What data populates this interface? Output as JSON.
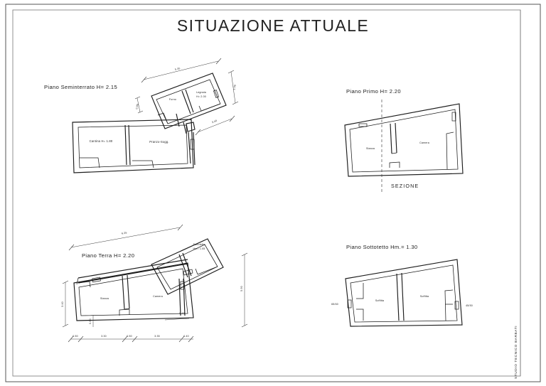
{
  "sheet": {
    "title": "SITUAZIONE  ATTUALE",
    "firm": "STUDIO TECNICO BARBATI"
  },
  "plans": {
    "seminterrato": {
      "label": "Piano Seminterrato  H= 2.15",
      "rooms": [
        {
          "name": "Cantina H= 1.80"
        },
        {
          "name": "Pranzo-Sogg."
        },
        {
          "name": "Forno"
        },
        {
          "name": "Legnaia"
        },
        {
          "name": "H= 2.00"
        }
      ],
      "dims": [
        "5.35",
        "1.05",
        "0.85",
        "3.40"
      ]
    },
    "primo": {
      "label": "Piano Primo  H= 2.20",
      "rooms": [
        {
          "name": "Stanza"
        },
        {
          "name": "Camera"
        }
      ],
      "section_label": "SEZIONE"
    },
    "terra": {
      "label": "Piano Terra  H= 2.20",
      "rooms": [
        {
          "name": "Stanza"
        },
        {
          "name": "Camera"
        },
        {
          "name": "Sottotetto"
        },
        {
          "name": "Hm= 1.05"
        }
      ],
      "dims_top": [
        "6.25"
      ],
      "dims_bottom": [
        "0.50",
        "3.30",
        "0.50",
        "3.35",
        "0.40"
      ],
      "dims_left": [
        "3.40"
      ],
      "dims_right": [
        "5.90"
      ],
      "dims_inner": [
        "0.40",
        "0.60"
      ]
    },
    "sottotetto": {
      "label": "Piano Sottotetto  Hm.= 1.30",
      "rooms": [
        {
          "name": "Soffitta"
        },
        {
          "name": "Soffitta"
        }
      ],
      "openings": [
        "65/60",
        "45/50"
      ]
    }
  },
  "colors": {
    "ink": "#1c1c1c",
    "paper": "#ffffff",
    "border": "#555555"
  }
}
